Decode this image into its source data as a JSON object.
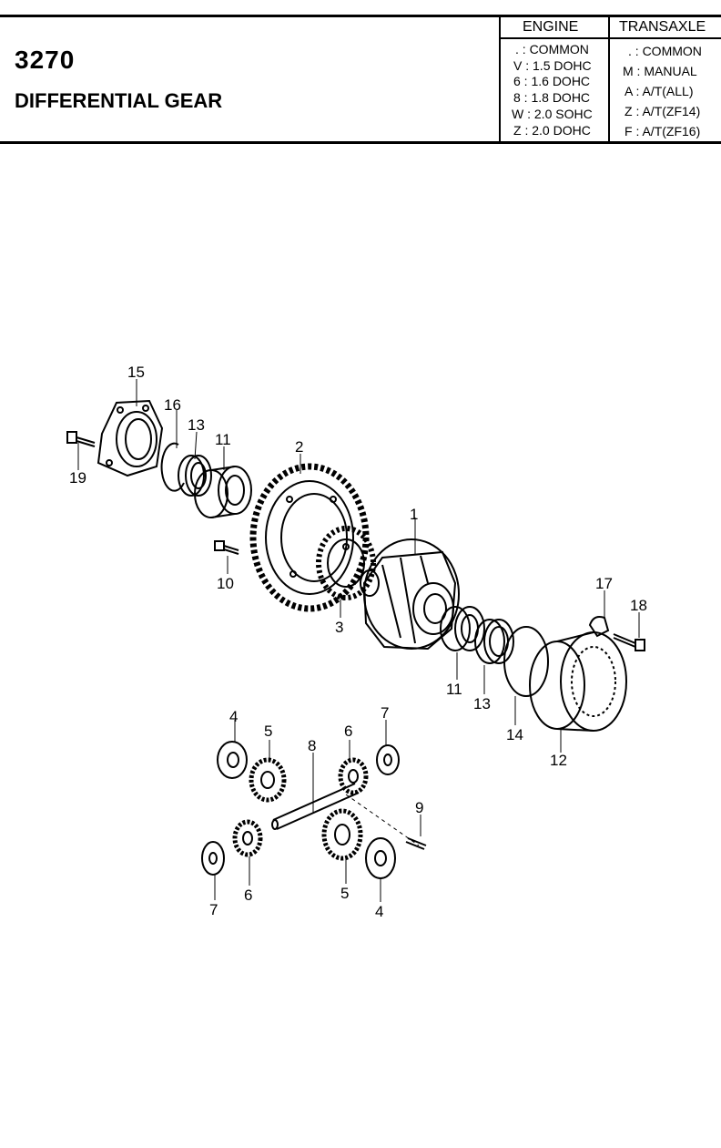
{
  "header": {
    "code": "3270",
    "title": "DIFFERENTIAL GEAR"
  },
  "legend": {
    "engine": {
      "heading": "ENGINE",
      "rows": [
        {
          "key": ".",
          "value": "COMMON"
        },
        {
          "key": "V",
          "value": "1.5 DOHC"
        },
        {
          "key": "6",
          "value": "1.6 DOHC"
        },
        {
          "key": "8",
          "value": "1.8 DOHC"
        },
        {
          "key": "W",
          "value": "2.0 SOHC"
        },
        {
          "key": "Z",
          "value": "2.0 DOHC"
        }
      ]
    },
    "transaxle": {
      "heading": "TRANSAXLE",
      "rows": [
        {
          "key": ".",
          "value": "COMMON"
        },
        {
          "key": "M",
          "value": "MANUAL"
        },
        {
          "key": "A",
          "value": "A/T(ALL)"
        },
        {
          "key": "Z",
          "value": "A/T(ZF14)"
        },
        {
          "key": "F",
          "value": "A/T(ZF16)"
        }
      ]
    }
  },
  "callouts": [
    "15",
    "16",
    "13",
    "11",
    "19",
    "2",
    "10",
    "3",
    "1",
    "11",
    "13",
    "14",
    "12",
    "17",
    "18",
    "4",
    "5",
    "8",
    "6",
    "7",
    "9",
    "6",
    "5",
    "7",
    "4"
  ]
}
